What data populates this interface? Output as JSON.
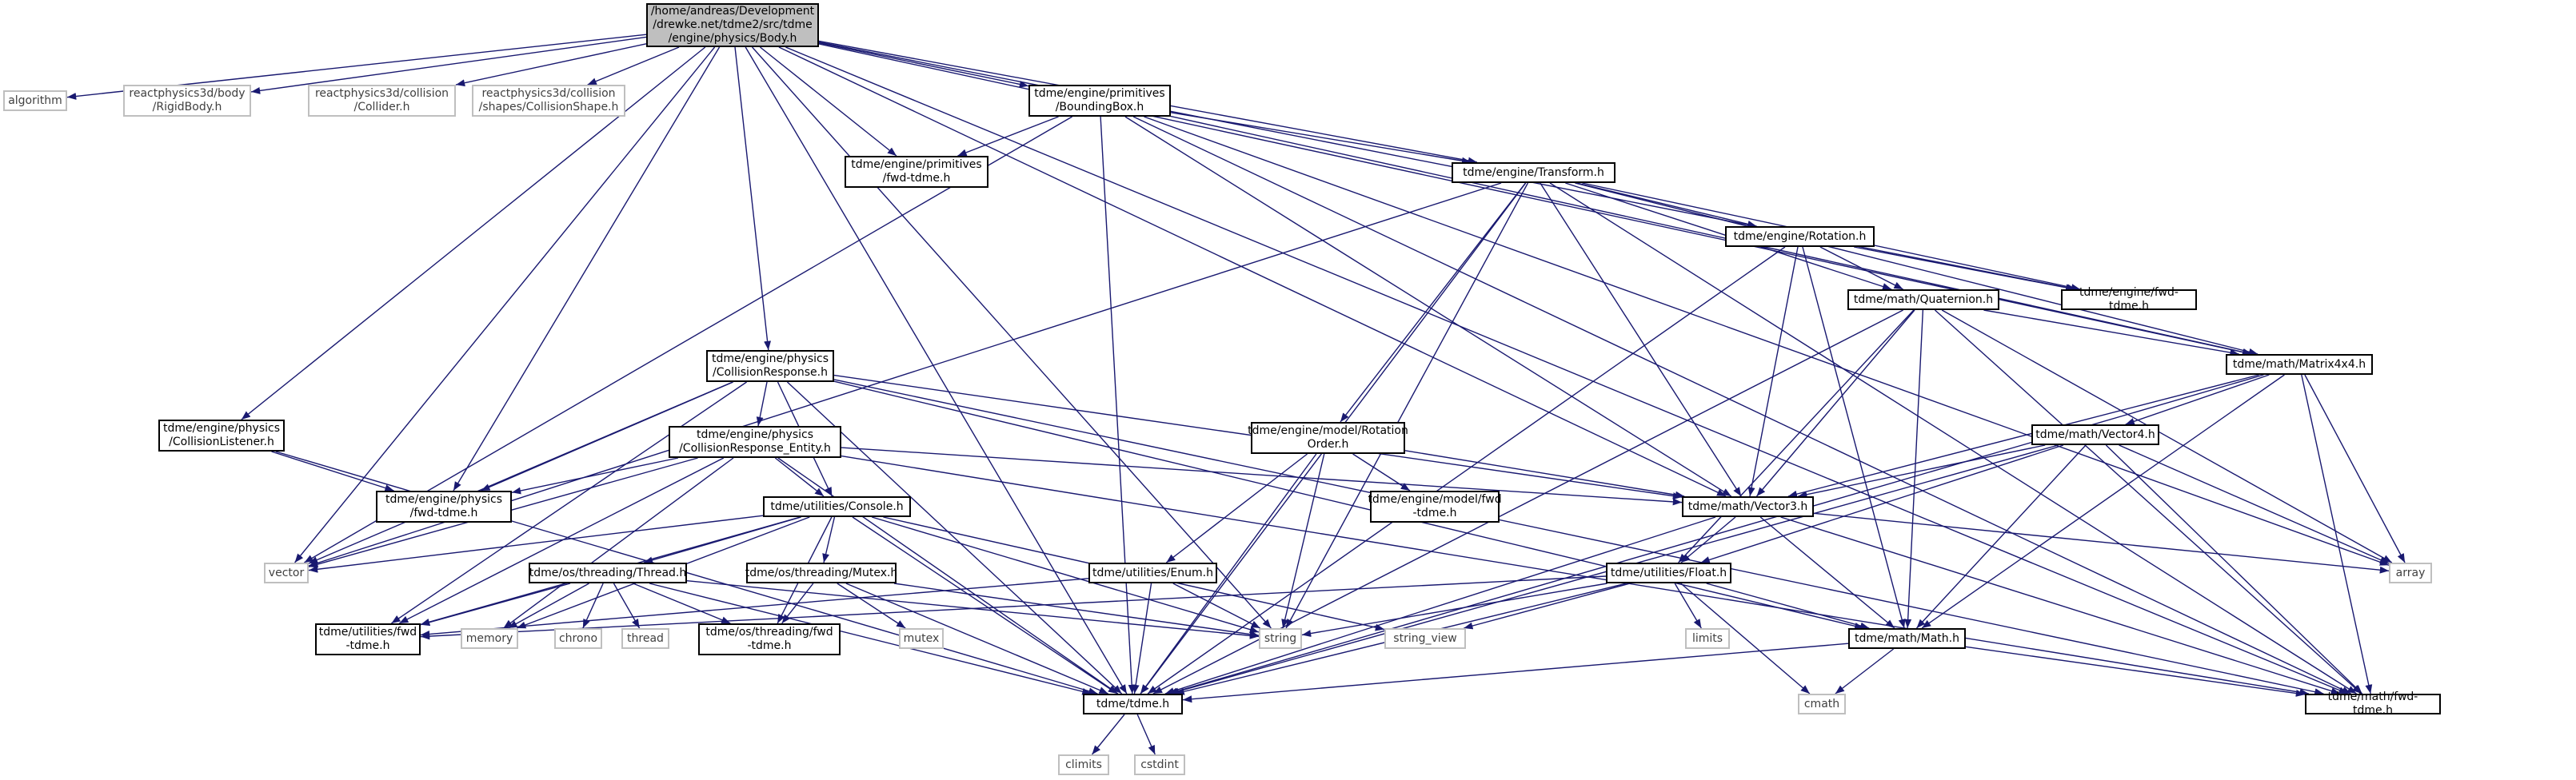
{
  "colors": {
    "edge": "#191970",
    "node_border": "#000000",
    "ext_border": "#bfbfbf",
    "root_fill": "#bfbfbf"
  },
  "nodes": [
    {
      "id": "body",
      "label": "/home/andreas/Development\n/drewke.net/tdme2/src/tdme\n/engine/physics/Body.h",
      "kind": "root"
    },
    {
      "id": "algorithm",
      "label": "algorithm",
      "kind": "ext"
    },
    {
      "id": "rigidbody",
      "label": "reactphysics3d/body\n/RigidBody.h",
      "kind": "ext"
    },
    {
      "id": "collider",
      "label": "reactphysics3d/collision\n/Collider.h",
      "kind": "ext"
    },
    {
      "id": "collisionshape",
      "label": "reactphysics3d/collision\n/shapes/CollisionShape.h",
      "kind": "ext"
    },
    {
      "id": "boundingbox",
      "label": "tdme/engine/primitives\n/BoundingBox.h",
      "kind": "file"
    },
    {
      "id": "primfwd",
      "label": "tdme/engine/primitives\n/fwd-tdme.h",
      "kind": "file"
    },
    {
      "id": "transform",
      "label": "tdme/engine/Transform.h",
      "kind": "file"
    },
    {
      "id": "rotation",
      "label": "tdme/engine/Rotation.h",
      "kind": "file"
    },
    {
      "id": "quaternion",
      "label": "tdme/math/Quaternion.h",
      "kind": "file"
    },
    {
      "id": "enginefwd",
      "label": "tdme/engine/fwd-tdme.h",
      "kind": "file"
    },
    {
      "id": "matrix4x4",
      "label": "tdme/math/Matrix4x4.h",
      "kind": "file"
    },
    {
      "id": "collisionresponse",
      "label": "tdme/engine/physics\n/CollisionResponse.h",
      "kind": "file"
    },
    {
      "id": "collisionlistener",
      "label": "tdme/engine/physics\n/CollisionListener.h",
      "kind": "file"
    },
    {
      "id": "cre",
      "label": "tdme/engine/physics\n/CollisionResponse_Entity.h",
      "kind": "file"
    },
    {
      "id": "physicsfwd",
      "label": "tdme/engine/physics\n/fwd-tdme.h",
      "kind": "file"
    },
    {
      "id": "rotationorder",
      "label": "tdme/engine/model/Rotation\nOrder.h",
      "kind": "file"
    },
    {
      "id": "modelfwd",
      "label": "tdme/engine/model/fwd\n-tdme.h",
      "kind": "file"
    },
    {
      "id": "vector4",
      "label": "tdme/math/Vector4.h",
      "kind": "file"
    },
    {
      "id": "vector3",
      "label": "tdme/math/Vector3.h",
      "kind": "file"
    },
    {
      "id": "console",
      "label": "tdme/utilities/Console.h",
      "kind": "file"
    },
    {
      "id": "vector",
      "label": "vector",
      "kind": "ext"
    },
    {
      "id": "thread",
      "label": "tdme/os/threading/Thread.h",
      "kind": "file"
    },
    {
      "id": "mutex",
      "label": "tdme/os/threading/Mutex.h",
      "kind": "file"
    },
    {
      "id": "enum",
      "label": "tdme/utilities/Enum.h",
      "kind": "file"
    },
    {
      "id": "float",
      "label": "tdme/utilities/Float.h",
      "kind": "file"
    },
    {
      "id": "array",
      "label": "array",
      "kind": "ext"
    },
    {
      "id": "utilfwd",
      "label": "tdme/utilities/fwd\n-tdme.h",
      "kind": "file"
    },
    {
      "id": "memory",
      "label": "memory",
      "kind": "ext"
    },
    {
      "id": "chrono",
      "label": "chrono",
      "kind": "ext"
    },
    {
      "id": "threadstd",
      "label": "thread",
      "kind": "ext"
    },
    {
      "id": "threadingfwd",
      "label": "tdme/os/threading/fwd\n-tdme.h",
      "kind": "file"
    },
    {
      "id": "mutexstd",
      "label": "mutex",
      "kind": "ext"
    },
    {
      "id": "string",
      "label": "string",
      "kind": "ext"
    },
    {
      "id": "stringview",
      "label": "string_view",
      "kind": "ext"
    },
    {
      "id": "limits",
      "label": "limits",
      "kind": "ext"
    },
    {
      "id": "mathh",
      "label": "tdme/math/Math.h",
      "kind": "file"
    },
    {
      "id": "tdmeh",
      "label": "tdme/tdme.h",
      "kind": "file"
    },
    {
      "id": "cmath",
      "label": "cmath",
      "kind": "ext"
    },
    {
      "id": "mathfwd",
      "label": "tdme/math/fwd-tdme.h",
      "kind": "file"
    },
    {
      "id": "climits",
      "label": "climits",
      "kind": "ext"
    },
    {
      "id": "cstdint",
      "label": "cstdint",
      "kind": "ext"
    }
  ],
  "edges": [
    [
      "body",
      "algorithm"
    ],
    [
      "body",
      "rigidbody"
    ],
    [
      "body",
      "collider"
    ],
    [
      "body",
      "collisionshape"
    ],
    [
      "body",
      "boundingbox"
    ],
    [
      "body",
      "primfwd"
    ],
    [
      "body",
      "transform"
    ],
    [
      "body",
      "enginefwd"
    ],
    [
      "body",
      "matrix4x4"
    ],
    [
      "body",
      "collisionresponse"
    ],
    [
      "body",
      "collisionlistener"
    ],
    [
      "body",
      "physicsfwd"
    ],
    [
      "body",
      "vector3"
    ],
    [
      "body",
      "vector"
    ],
    [
      "body",
      "string"
    ],
    [
      "body",
      "tdmeh"
    ],
    [
      "body",
      "mathfwd"
    ],
    [
      "boundingbox",
      "primfwd"
    ],
    [
      "boundingbox",
      "transform"
    ],
    [
      "boundingbox",
      "vector3"
    ],
    [
      "boundingbox",
      "vector"
    ],
    [
      "boundingbox",
      "array"
    ],
    [
      "boundingbox",
      "tdmeh"
    ],
    [
      "boundingbox",
      "mathfwd"
    ],
    [
      "boundingbox",
      "matrix4x4"
    ],
    [
      "transform",
      "rotation"
    ],
    [
      "transform",
      "quaternion"
    ],
    [
      "transform",
      "enginefwd"
    ],
    [
      "transform",
      "matrix4x4"
    ],
    [
      "transform",
      "rotationorder"
    ],
    [
      "transform",
      "vector3"
    ],
    [
      "transform",
      "vector"
    ],
    [
      "transform",
      "string"
    ],
    [
      "transform",
      "tdmeh"
    ],
    [
      "transform",
      "mathfwd"
    ],
    [
      "rotation",
      "quaternion"
    ],
    [
      "rotation",
      "enginefwd"
    ],
    [
      "rotation",
      "vector3"
    ],
    [
      "rotation",
      "mathh"
    ],
    [
      "rotation",
      "tdmeh"
    ],
    [
      "quaternion",
      "matrix4x4"
    ],
    [
      "quaternion",
      "vector3"
    ],
    [
      "quaternion",
      "float"
    ],
    [
      "quaternion",
      "mathh"
    ],
    [
      "quaternion",
      "array"
    ],
    [
      "quaternion",
      "tdmeh"
    ],
    [
      "quaternion",
      "mathfwd"
    ],
    [
      "matrix4x4",
      "vector4"
    ],
    [
      "matrix4x4",
      "vector3"
    ],
    [
      "matrix4x4",
      "mathh"
    ],
    [
      "matrix4x4",
      "array"
    ],
    [
      "matrix4x4",
      "tdmeh"
    ],
    [
      "matrix4x4",
      "mathfwd"
    ],
    [
      "collisionresponse",
      "cre"
    ],
    [
      "collisionresponse",
      "console"
    ],
    [
      "collisionresponse",
      "physicsfwd"
    ],
    [
      "collisionresponse",
      "vector3"
    ],
    [
      "collisionresponse",
      "vector"
    ],
    [
      "collisionresponse",
      "utilfwd"
    ],
    [
      "collisionresponse",
      "tdmeh"
    ],
    [
      "collisionresponse",
      "mathh"
    ],
    [
      "collisionresponse",
      "mathfwd"
    ],
    [
      "collisionlistener",
      "physicsfwd"
    ],
    [
      "collisionlistener",
      "tdmeh"
    ],
    [
      "cre",
      "physicsfwd"
    ],
    [
      "cre",
      "console"
    ],
    [
      "cre",
      "vector3"
    ],
    [
      "cre",
      "vector"
    ],
    [
      "cre",
      "utilfwd"
    ],
    [
      "cre",
      "memory"
    ],
    [
      "cre",
      "tdmeh"
    ],
    [
      "cre",
      "mathfwd"
    ],
    [
      "rotationorder",
      "modelfwd"
    ],
    [
      "rotationorder",
      "enum"
    ],
    [
      "rotationorder",
      "vector3"
    ],
    [
      "rotationorder",
      "string"
    ],
    [
      "rotationorder",
      "tdmeh"
    ],
    [
      "vector4",
      "vector3"
    ],
    [
      "vector4",
      "float"
    ],
    [
      "vector4",
      "mathh"
    ],
    [
      "vector4",
      "array"
    ],
    [
      "vector4",
      "tdmeh"
    ],
    [
      "vector4",
      "mathfwd"
    ],
    [
      "vector3",
      "float"
    ],
    [
      "vector3",
      "mathh"
    ],
    [
      "vector3",
      "array"
    ],
    [
      "vector3",
      "tdmeh"
    ],
    [
      "vector3",
      "mathfwd"
    ],
    [
      "console",
      "thread"
    ],
    [
      "console",
      "mutex"
    ],
    [
      "console",
      "vector"
    ],
    [
      "console",
      "memory"
    ],
    [
      "console",
      "string"
    ],
    [
      "console",
      "stringview"
    ],
    [
      "console",
      "tdmeh"
    ],
    [
      "console",
      "threadingfwd"
    ],
    [
      "console",
      "utilfwd"
    ],
    [
      "thread",
      "chrono"
    ],
    [
      "thread",
      "threadstd"
    ],
    [
      "thread",
      "memory"
    ],
    [
      "thread",
      "string"
    ],
    [
      "thread",
      "threadingfwd"
    ],
    [
      "thread",
      "tdmeh"
    ],
    [
      "thread",
      "utilfwd"
    ],
    [
      "mutex",
      "mutexstd"
    ],
    [
      "mutex",
      "string"
    ],
    [
      "mutex",
      "threadingfwd"
    ],
    [
      "mutex",
      "tdmeh"
    ],
    [
      "enum",
      "string"
    ],
    [
      "enum",
      "tdmeh"
    ],
    [
      "enum",
      "utilfwd"
    ],
    [
      "float",
      "limits"
    ],
    [
      "float",
      "cmath"
    ],
    [
      "float",
      "string"
    ],
    [
      "float",
      "stringview"
    ],
    [
      "float",
      "mathh"
    ],
    [
      "float",
      "tdmeh"
    ],
    [
      "float",
      "utilfwd"
    ],
    [
      "mathh",
      "cmath"
    ],
    [
      "mathh",
      "tdmeh"
    ],
    [
      "mathh",
      "mathfwd"
    ],
    [
      "tdmeh",
      "climits"
    ],
    [
      "tdmeh",
      "cstdint"
    ]
  ]
}
